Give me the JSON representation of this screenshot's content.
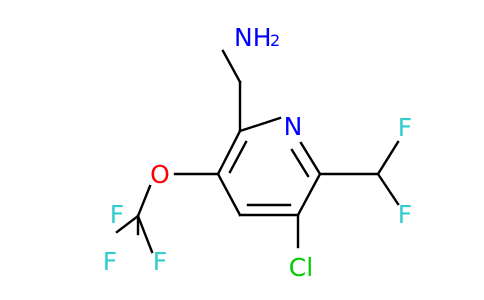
{
  "molecule": {
    "atoms": {
      "amine": {
        "label": "NH",
        "subscript": "2",
        "color": "#0000ff"
      },
      "ring_nitrogen": {
        "label": "N",
        "color": "#0000ff"
      },
      "ether_oxygen": {
        "label": "O",
        "color": "#ff0000"
      },
      "chlorine": {
        "label": "Cl",
        "color": "#00cc00"
      },
      "cf3_fluorine_top": {
        "label": "F",
        "color": "#33cccc"
      },
      "cf3_fluorine_left": {
        "label": "F",
        "color": "#33cccc"
      },
      "cf3_fluorine_right": {
        "label": "F",
        "color": "#33cccc"
      },
      "chf2_fluorine_top": {
        "label": "F",
        "color": "#33cccc"
      },
      "chf2_fluorine_bottom": {
        "label": "F",
        "color": "#33cccc"
      }
    },
    "bond_color": "#000000"
  }
}
